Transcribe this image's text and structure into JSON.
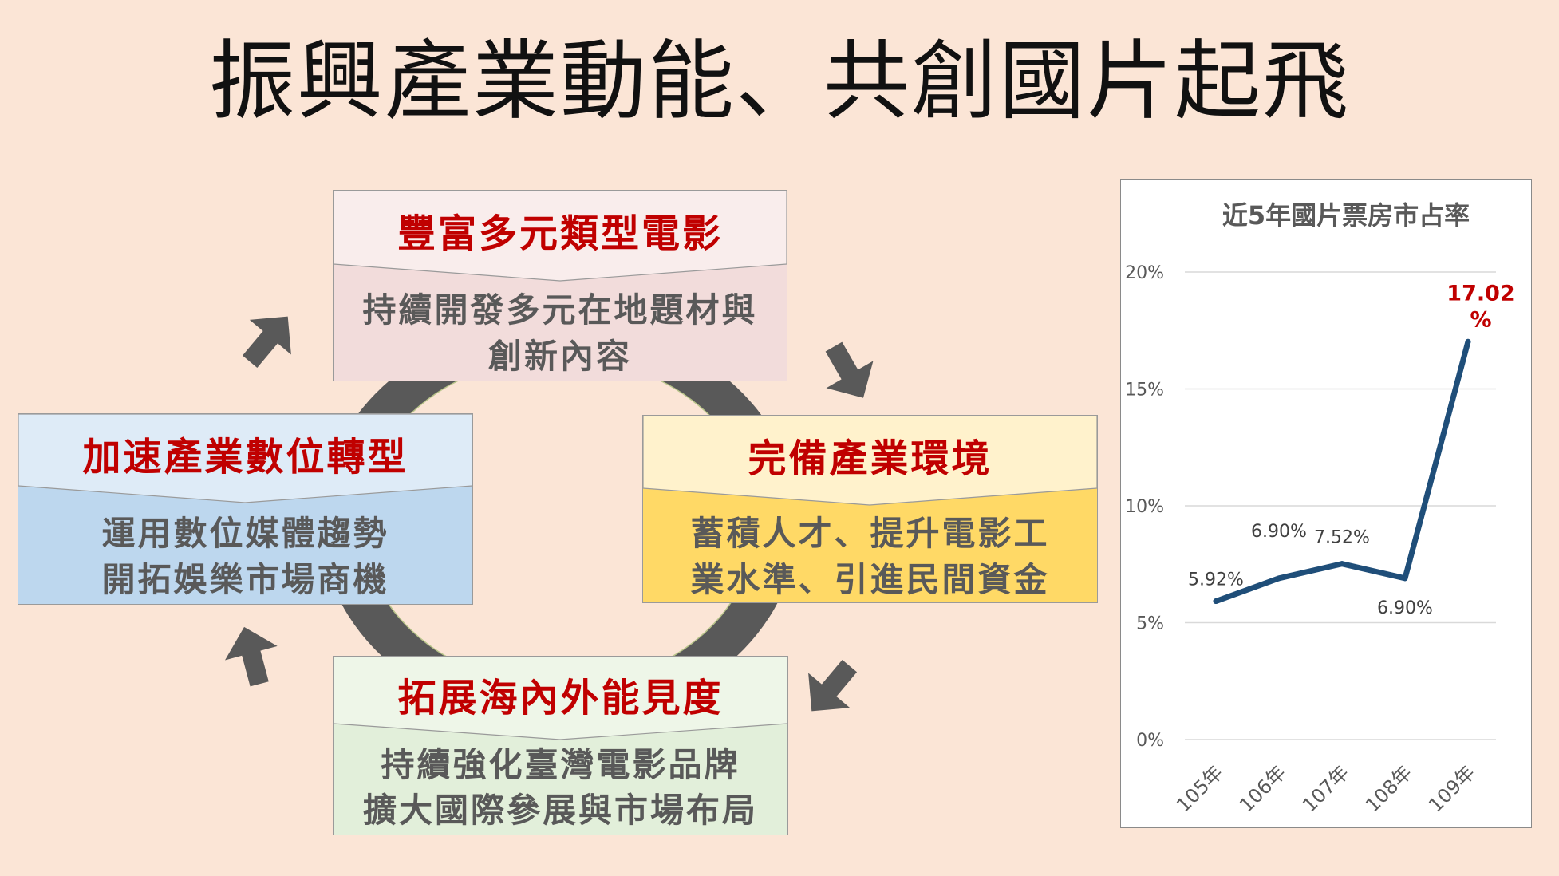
{
  "title": "振興產業動能、共創國片起飛",
  "cycle": {
    "top": {
      "heading": "豐富多元類型電影",
      "lines": [
        "持續開發多元在地題材與",
        "創新內容"
      ]
    },
    "right": {
      "heading": "完備產業環境",
      "lines": [
        "蓄積人才、提升電影工",
        "業水準、引進民間資金"
      ]
    },
    "bottom": {
      "heading": "拓展海內外能見度",
      "lines": [
        "持續強化臺灣電影品牌",
        "擴大國際參展與市場布局"
      ]
    },
    "left": {
      "heading": "加速產業數位轉型",
      "lines": [
        "運用數位媒體趨勢",
        "開拓娛樂市場商機"
      ]
    }
  },
  "colors": {
    "accent": "#C00000",
    "line": "#1F4E79",
    "ring": "#595959"
  },
  "chart_data": {
    "type": "line",
    "title": "近5年國片票房市占率",
    "categories": [
      "105年",
      "106年",
      "107年",
      "108年",
      "109年"
    ],
    "values": [
      5.92,
      6.9,
      7.52,
      6.9,
      17.02
    ],
    "labels": [
      "5.92%",
      "6.90%",
      "7.52%",
      "6.90%",
      "17.02%"
    ],
    "ylim": [
      0,
      20
    ],
    "yticks": [
      "0%",
      "5%",
      "10%",
      "15%",
      "20%"
    ],
    "grid": true
  }
}
